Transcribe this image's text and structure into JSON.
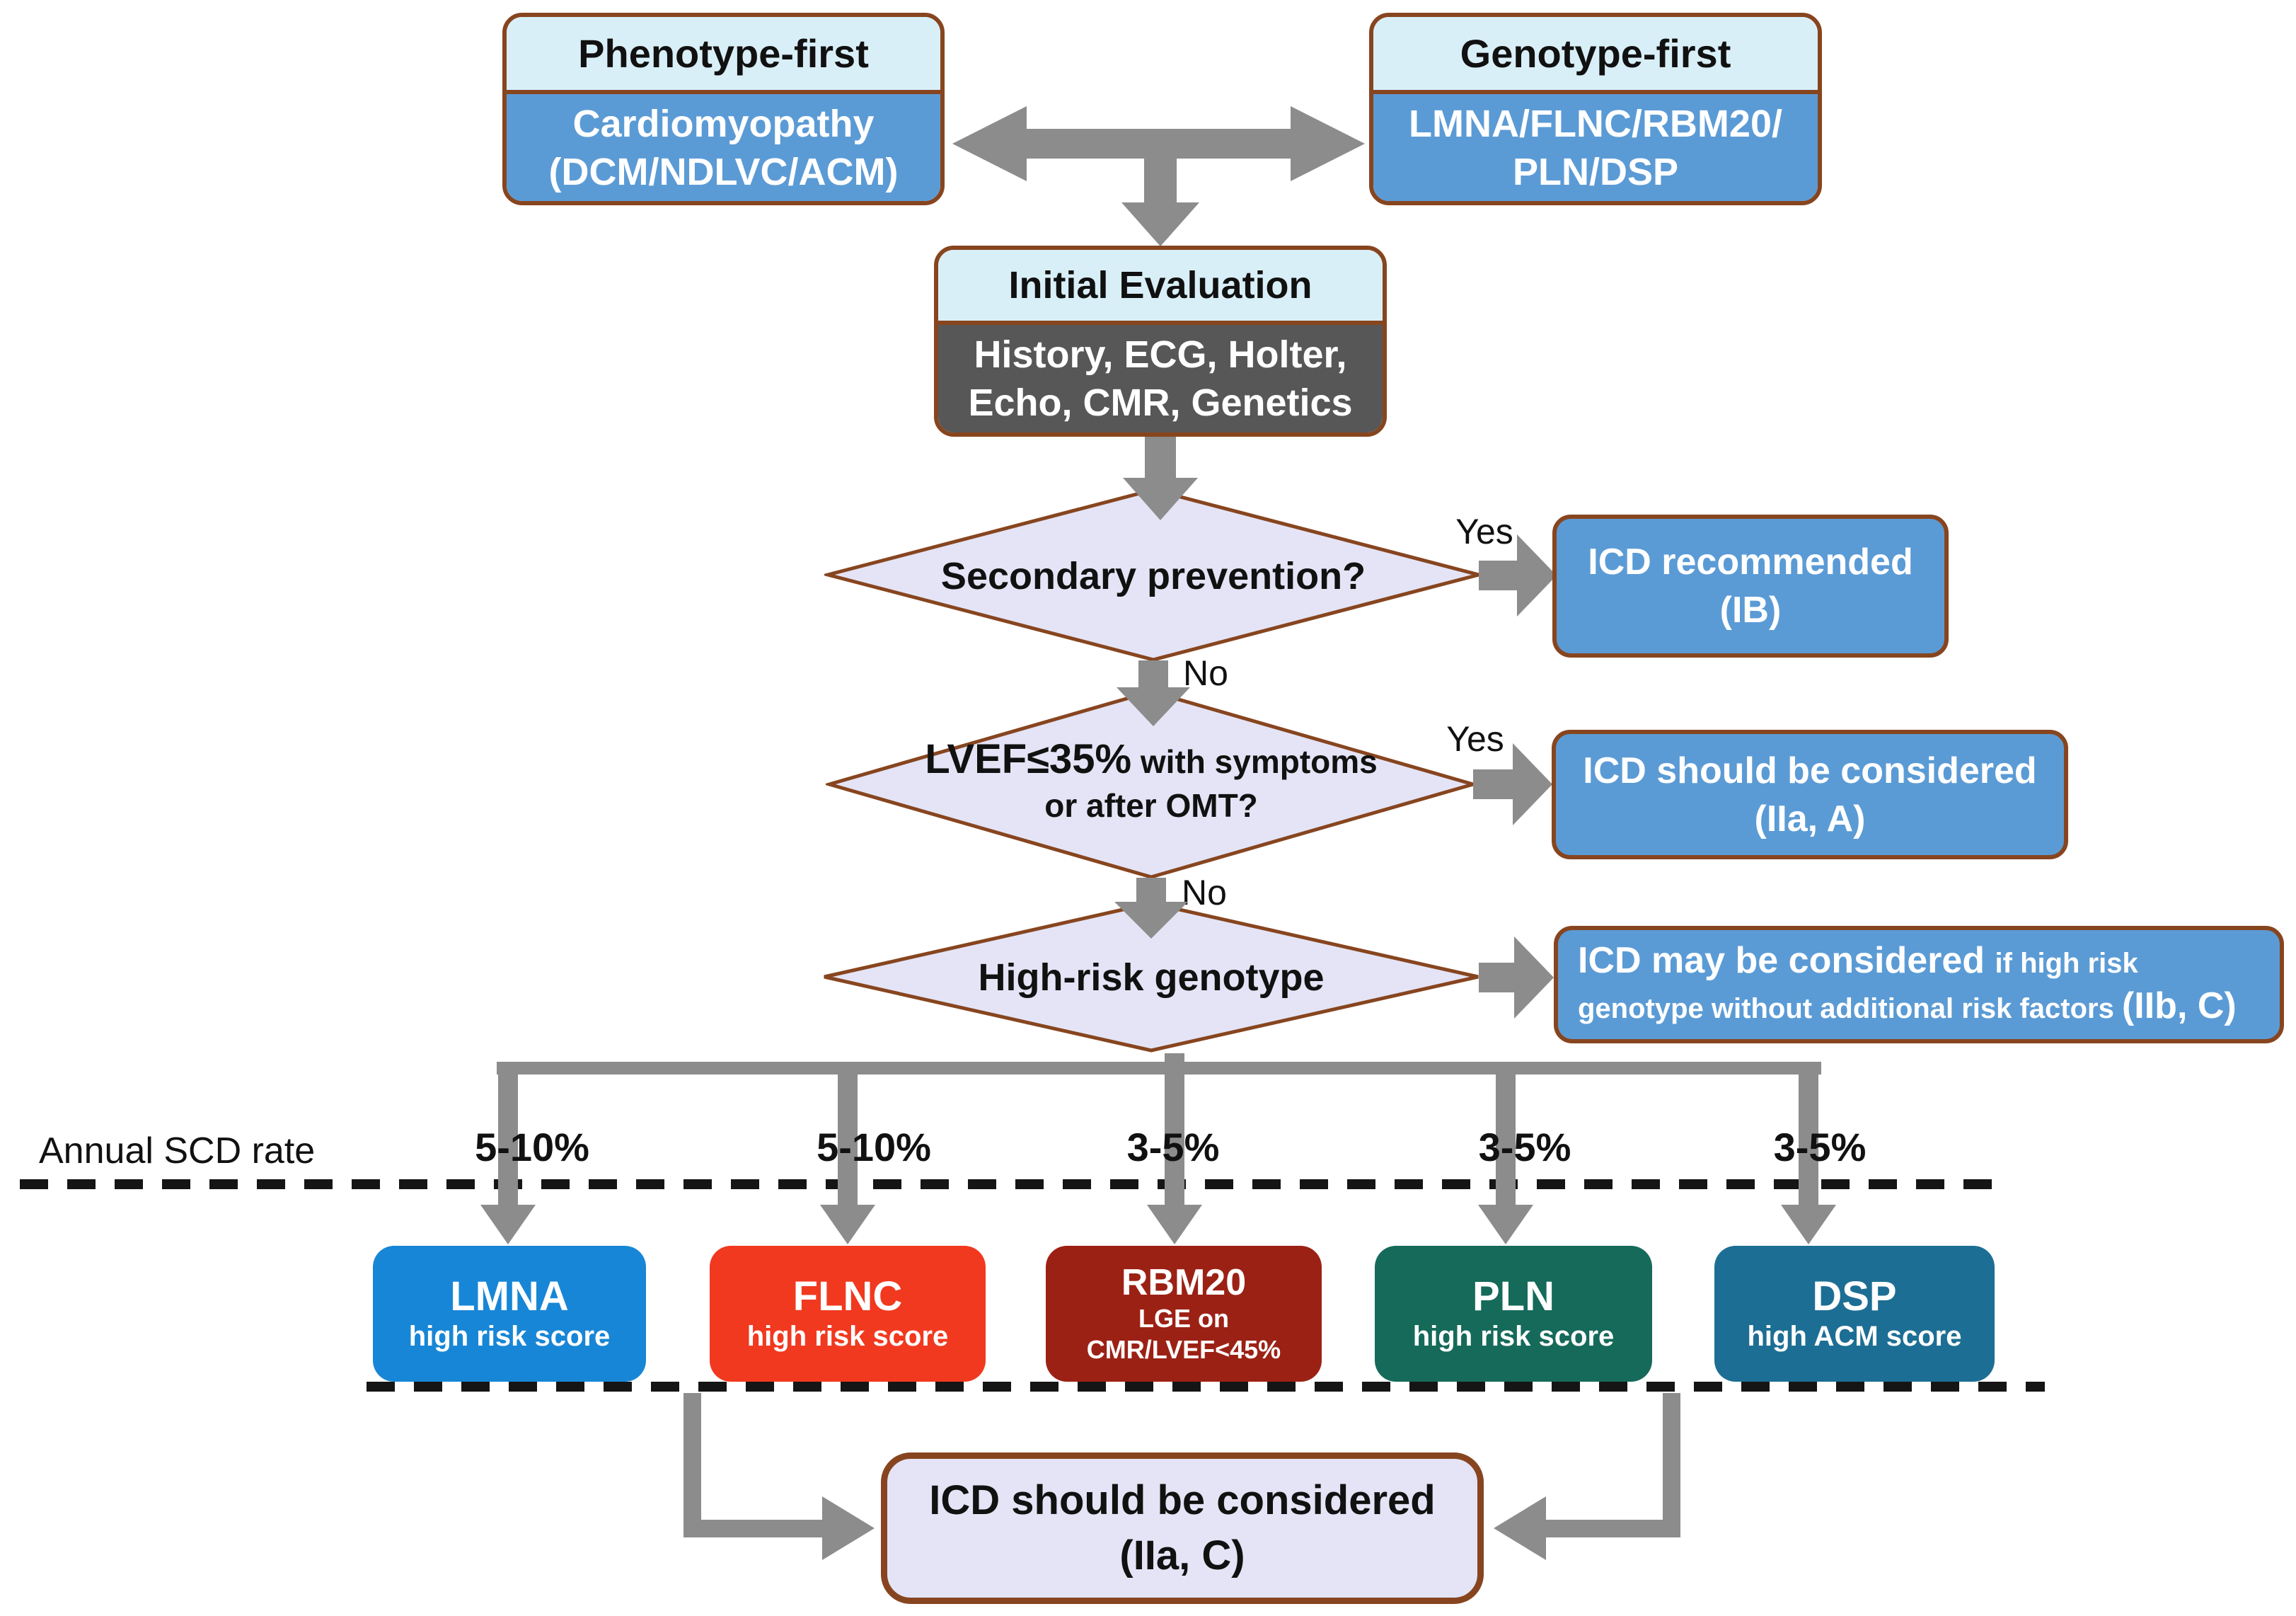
{
  "palette": {
    "border_brown": "#87451f",
    "header_cyan": "#d9eff7",
    "box_blue": "#5b9bd5",
    "box_dark_gray": "#575757",
    "diamond_lavender": "#e4e4f6",
    "arrow_gray": "#8c8c8c",
    "gene_lmna_blue": "#1886d6",
    "gene_flnc_red": "#f1391f",
    "gene_rbm20_darkred": "#9c2115",
    "gene_pln_teal": "#156a5a",
    "gene_dsp_steelblue": "#1d6e94"
  },
  "phenotype_box": {
    "header": "Phenotype-first",
    "line1": "Cardiomyopathy",
    "line2": "(DCM/NDLVC/ACM)"
  },
  "genotype_box": {
    "header": "Genotype-first",
    "line1": "LMNA/FLNC/RBM20/",
    "line2": "PLN/DSP"
  },
  "initial_evaluation_box": {
    "header": "Initial Evaluation",
    "line1": "History, ECG, Holter,",
    "line2": "Echo, CMR, Genetics"
  },
  "decision1": {
    "question": "Secondary prevention?",
    "yes": "Yes",
    "no": "No"
  },
  "outcome1": {
    "line1": "ICD recommended",
    "line2": "(IB)"
  },
  "decision2": {
    "question_main": "LVEF≤35%",
    "question_small": " with symptoms",
    "question_line2": "or after OMT?",
    "yes": "Yes",
    "no": "No"
  },
  "outcome2": {
    "line1": "ICD should be considered",
    "line2": "(IIa, A)"
  },
  "decision3": {
    "question": "High-risk genotype"
  },
  "outcome3": {
    "line1_big": "ICD may be considered ",
    "line1_small": "if high risk",
    "line2_small": "genotype without additional risk factors ",
    "line2_big": "(IIb, C)"
  },
  "scd_axis": {
    "label": "Annual SCD rate",
    "rates": [
      "5-10%",
      "5-10%",
      "3-5%",
      "3-5%",
      "3-5%"
    ]
  },
  "genes": [
    {
      "name": "LMNA",
      "sub1": "high risk score",
      "color": "#1886d6"
    },
    {
      "name": "FLNC",
      "sub1": "high risk score",
      "color": "#f1391f"
    },
    {
      "name": "RBM20",
      "sub1": "LGE on",
      "sub2": "CMR/LVEF<45%",
      "color": "#9c2115"
    },
    {
      "name": "PLN",
      "sub1": "high risk score",
      "color": "#156a5a"
    },
    {
      "name": "DSP",
      "sub1": "high ACM score",
      "color": "#1d6e94"
    }
  ],
  "final_box": {
    "line1": "ICD should be considered",
    "line2": "(IIa, C)"
  }
}
